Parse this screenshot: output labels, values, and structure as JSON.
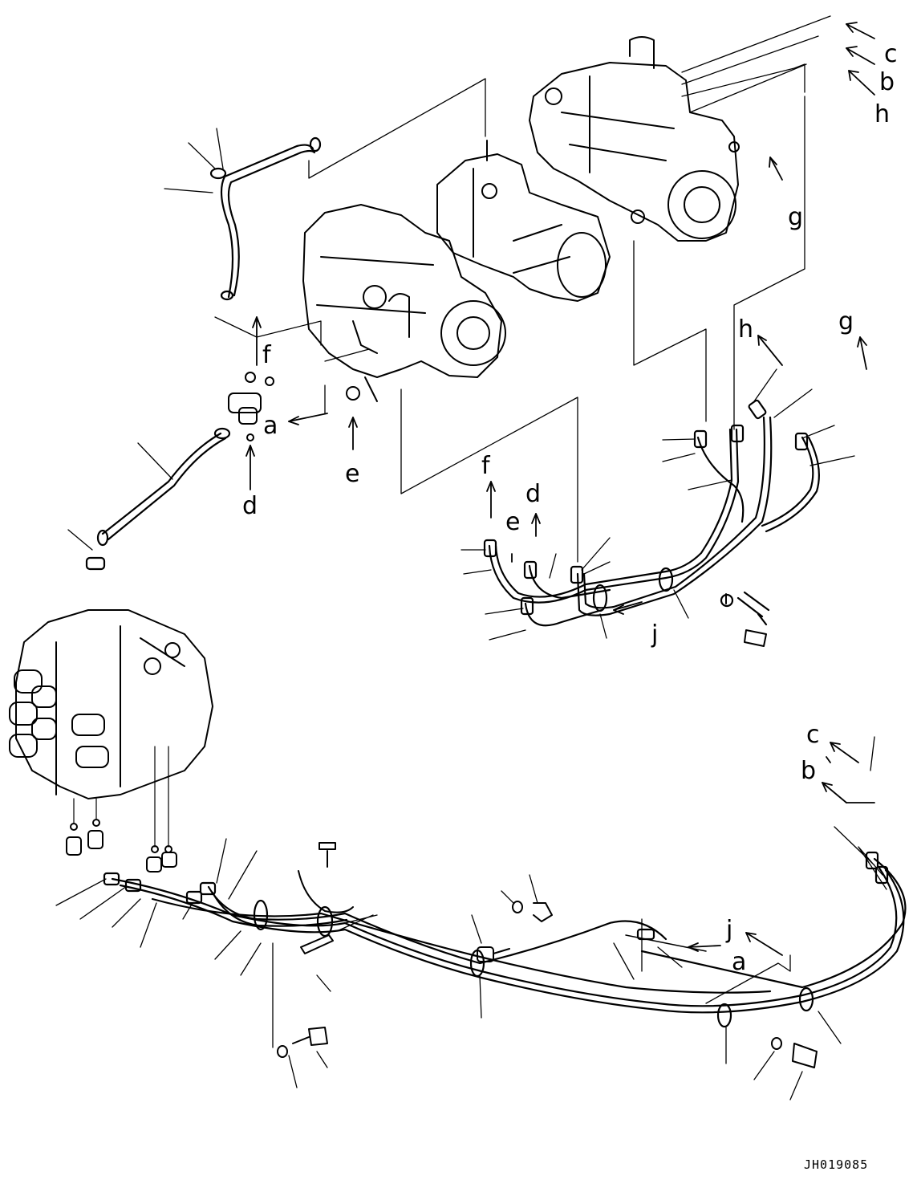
{
  "diagram": {
    "drawing_code": "JH019085",
    "callout_labels": {
      "a_upper": "a",
      "a_lower": "a",
      "b_upper": "b",
      "b_lower": "b",
      "c_upper": "c",
      "c_lower": "c",
      "d_left": "d",
      "d_mid": "d",
      "e_left": "e",
      "e_mid": "e",
      "f_left": "f",
      "f_mid": "f",
      "g_right": "g",
      "g_upper": "g",
      "h_upper": "h",
      "h_right": "h",
      "j_mid": "j",
      "j_lower": "j"
    },
    "colors": {
      "line": "#000000",
      "background": "#ffffff"
    }
  }
}
